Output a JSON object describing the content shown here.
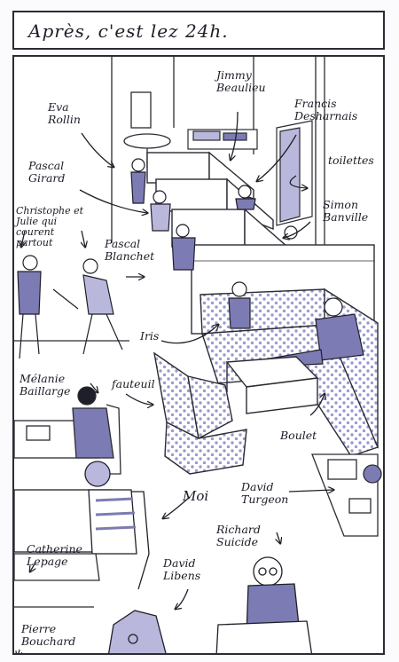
{
  "caption": "Après, c'est lez 24h.",
  "labels": {
    "eva": [
      "Eva",
      "Rollin"
    ],
    "jimmy": [
      "Jimmy",
      "Beaulieu"
    ],
    "francis": [
      "Francis",
      "Desharnais"
    ],
    "pascal_girard": [
      "Pascal",
      "Girard"
    ],
    "toilettes": [
      "toilettes"
    ],
    "christophe": [
      "Christophe et",
      "Julie qui",
      "courent",
      "partout"
    ],
    "pascal_blanchet": [
      "Pascal",
      "Blanchet"
    ],
    "simon": [
      "Simon",
      "Banville"
    ],
    "iris": [
      "Iris"
    ],
    "melanie": [
      "Mélanie",
      "Baillarge"
    ],
    "fauteuil": [
      "fauteuil"
    ],
    "boulet": [
      "Boulet"
    ],
    "moi": [
      "Moi"
    ],
    "david_turgeon": [
      "David",
      "Turgeon"
    ],
    "richard": [
      "Richard",
      "Suicide"
    ],
    "catherine": [
      "Catherine",
      "Lepage"
    ],
    "david_libens": [
      "David",
      "Libens"
    ],
    "pierre": [
      "Pierre",
      "Bouchard"
    ]
  },
  "colors": {
    "ink": "#1f1f29",
    "lavender": "#7d7bb3",
    "lavender_light": "#b9b8dc",
    "dots": "#9b9ad0"
  }
}
